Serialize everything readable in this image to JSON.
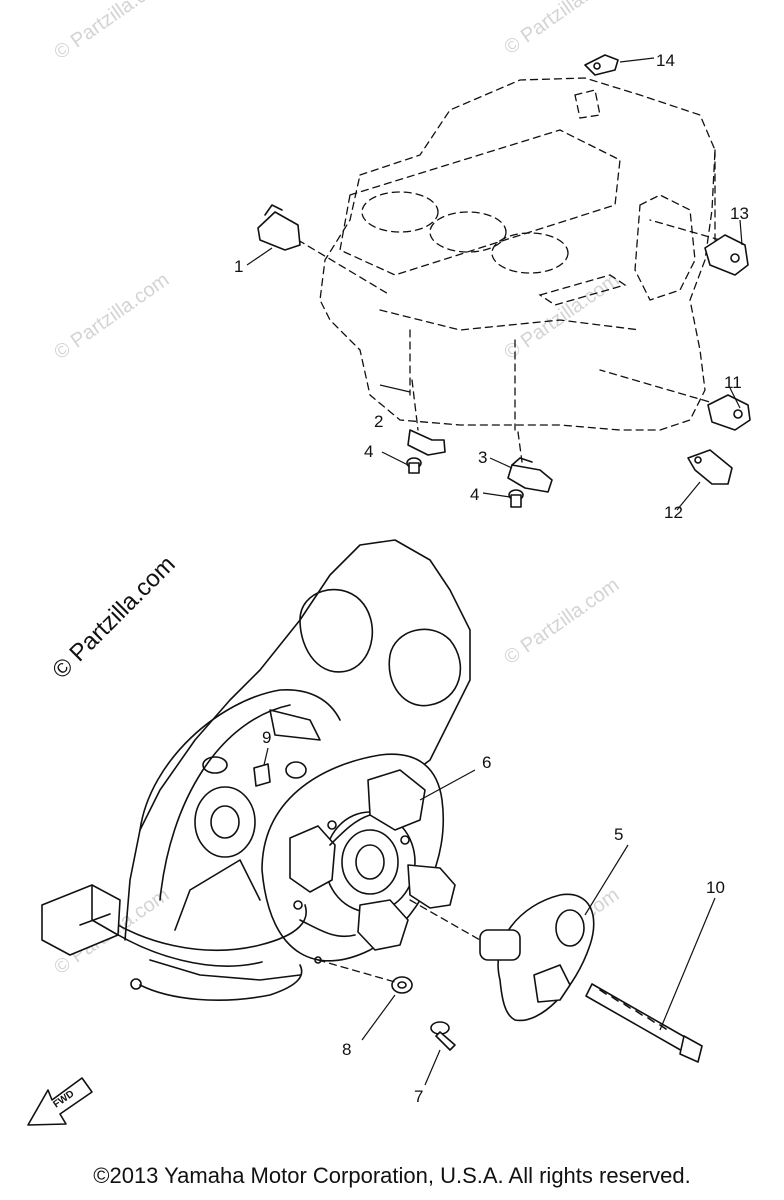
{
  "watermarks": {
    "main": "© Partzilla.com",
    "faint": "© Partzilla.com"
  },
  "callouts": [
    "1",
    "2",
    "3",
    "4",
    "4",
    "5",
    "6",
    "7",
    "8",
    "9",
    "10",
    "11",
    "12",
    "13",
    "14"
  ],
  "fwd_label": "FWD",
  "copyright": "©2013 Yamaha Motor Corporation, U.S.A. All rights reserved."
}
